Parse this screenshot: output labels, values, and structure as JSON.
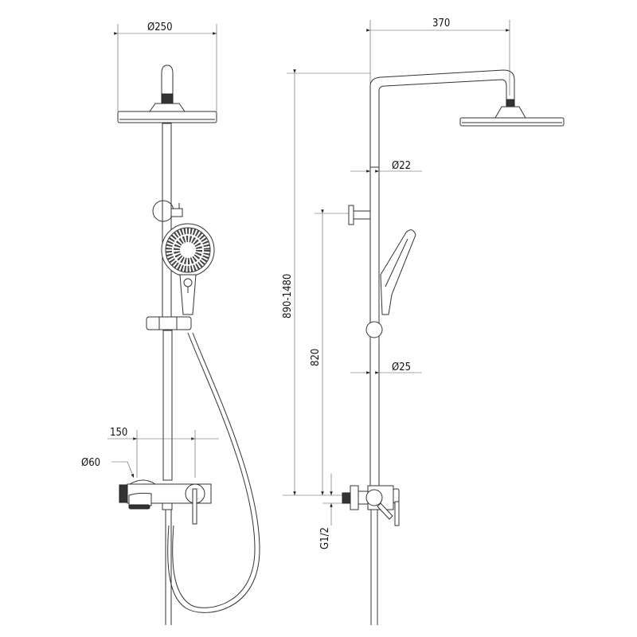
{
  "drawing": {
    "front_view": {
      "head_diameter": "Ø250",
      "diverter_offset": "150",
      "diverter_diameter": "Ø60"
    },
    "side_view": {
      "arm_reach": "370",
      "upper_pipe_diameter": "Ø22",
      "height_range": "890-1480",
      "holder_height": "820",
      "lower_pipe_diameter": "Ø25",
      "inlet_thread": "G1/2"
    }
  }
}
